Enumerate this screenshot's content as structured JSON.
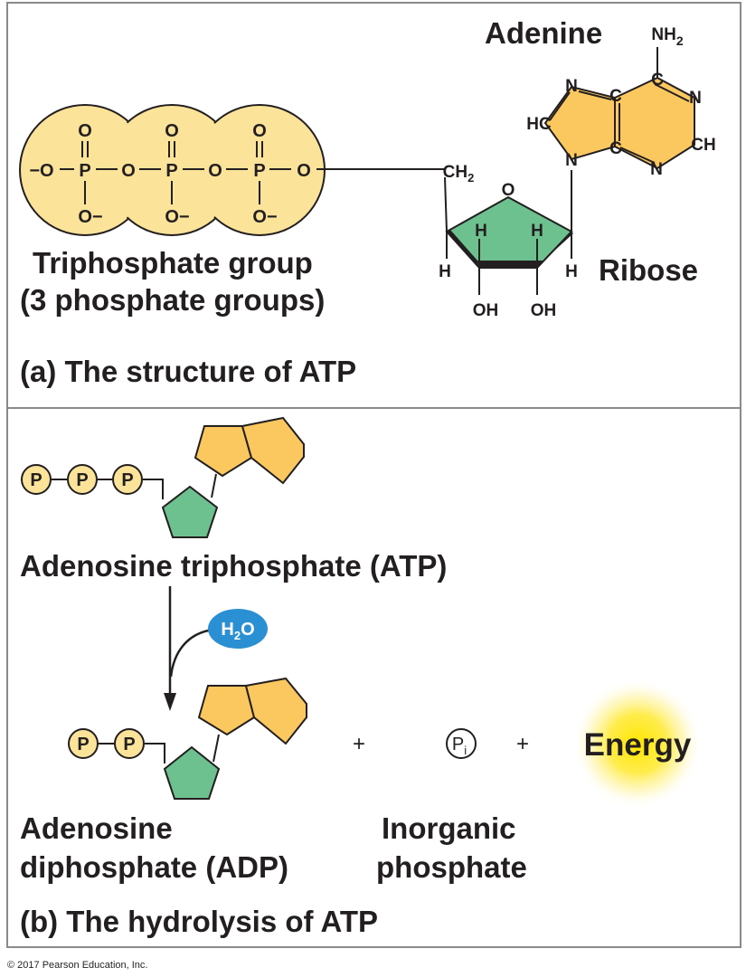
{
  "colors": {
    "phosphate_fill": "#fbe39a",
    "ribose_fill": "#6cc18e",
    "adenine_fill": "#fbc860",
    "water_fill": "#2a8fd3",
    "energy_core": "#ffe600",
    "border": "#8a8a8a"
  },
  "panel_a": {
    "caption": "(a) The structure of ATP",
    "adenine_label": "Adenine",
    "ribose_label": "Ribose",
    "triphosphate_label_line1": "Triphosphate group",
    "triphosphate_label_line2": "(3 phosphate groups)",
    "atoms": {
      "nh2": "NH",
      "nh2_sub": "2",
      "ch2": "CH",
      "ch2_sub": "2",
      "o": "O",
      "p": "P",
      "o_minus": "O−",
      "minus_o": "−O",
      "h": "H",
      "oh": "OH",
      "n": "N",
      "c": "C",
      "hc": "HC",
      "ch": "CH"
    }
  },
  "panel_b": {
    "caption": "(b) The hydrolysis of ATP",
    "atp_label": "Adenosine triphosphate (ATP)",
    "p_symbol": "P",
    "water": "H",
    "water_sub": "2",
    "water_o": "O",
    "plus": "+",
    "pi_symbol": "P",
    "pi_sub": "i",
    "energy_label": "Energy",
    "adp_label_line1": "Adenosine",
    "adp_label_line2": "diphosphate (ADP)",
    "inorganic_label_line1": "Inorganic",
    "inorganic_label_line2": "phosphate"
  },
  "copyright": "© 2017 Pearson Education, Inc."
}
